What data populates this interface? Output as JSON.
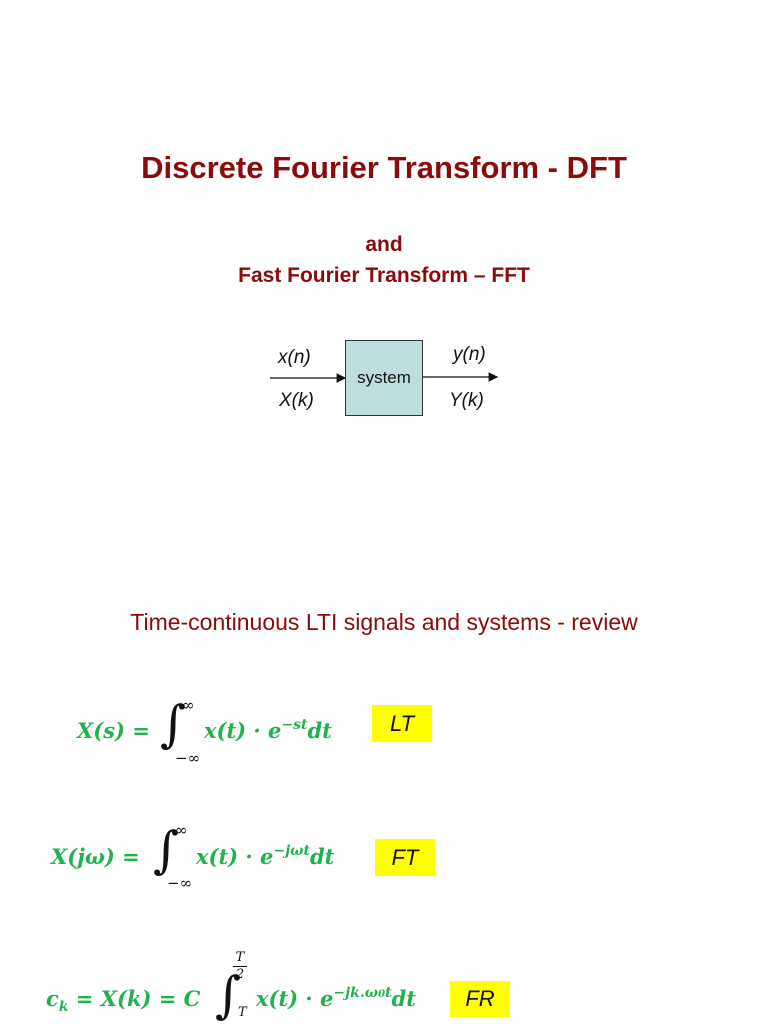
{
  "title": "Discrete Fourier Transform - DFT",
  "subtitle_line1": "and",
  "subtitle_line2": "Fast Fourier Transform – FFT",
  "diagram": {
    "box_label": "system",
    "input_top": "x(n)",
    "input_bottom": "X(k)",
    "output_top": "y(n)",
    "output_bottom": "Y(k)",
    "box_color": "#bddde0"
  },
  "section_heading": "Time-continuous LTI signals and systems - review",
  "equations": [
    {
      "lhs": "X(s) =",
      "upper": "∞",
      "lower": "−∞",
      "integrand": "x(t) · e",
      "exponent": "−st",
      "differential": "dt",
      "tag": "LT"
    },
    {
      "lhs": "X(jω) =",
      "upper": "∞",
      "lower": "−∞",
      "integrand": "x(t) · e",
      "exponent": "−jωt",
      "differential": "dt",
      "tag": "FT"
    },
    {
      "lhs": "c",
      "lhs_sub": "k",
      "lhs_rest": " = X(k) = C",
      "upper_num": "T",
      "upper_den": "2",
      "lower": "T",
      "integrand": "x(t) · e",
      "exponent": "−jk.ω",
      "exponent_sub": "0",
      "exponent_end": "t",
      "differential": "dt",
      "tag": "FR"
    }
  ],
  "colors": {
    "title": "#8b0a0a",
    "equation": "#22b24c",
    "tag_highlight": "#ffff00"
  }
}
